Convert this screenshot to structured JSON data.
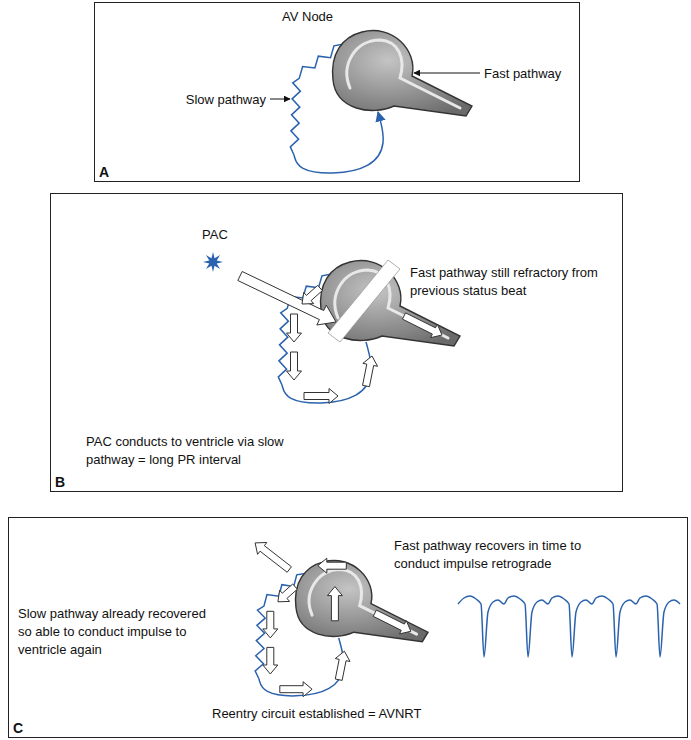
{
  "diagram": {
    "nodes": [
      {
        "text": [
          "A"
        ]
      },
      {
        "text": [
          "B"
        ]
      },
      {
        "text": [
          "C"
        ]
      }
    ],
    "labels": [
      "AV Node",
      "Slow pathway",
      "Fast pathway",
      "PAC",
      "Fast pathway still refractory from previous status beat",
      "PAC conducts to ventricle via slow pathway = long PR interval",
      "Fast pathway recovers in time to conduct impulse retrograde",
      "Slow pathway already recovered so able to conduct impulse to ventricle again",
      "Reentry circuit established = AVNRT"
    ]
  }
}
